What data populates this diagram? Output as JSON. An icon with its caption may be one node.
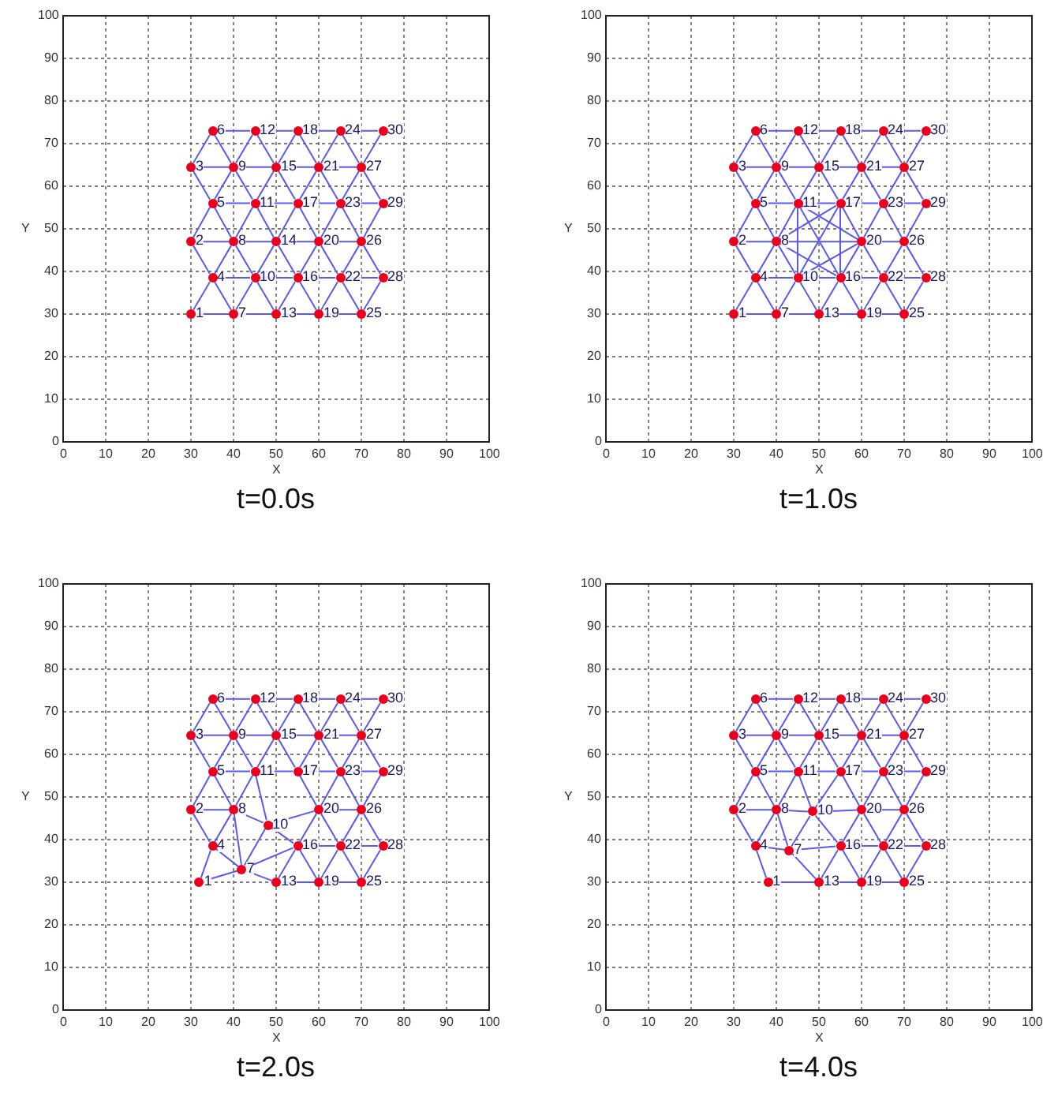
{
  "diagram": {
    "nodes": [
      {
        "text": [
          "1"
        ]
      },
      {
        "text": [
          "2"
        ]
      },
      {
        "text": [
          "3"
        ]
      },
      {
        "text": [
          "4"
        ]
      },
      {
        "text": [
          "5"
        ]
      },
      {
        "text": [
          "6"
        ]
      },
      {
        "text": [
          "7"
        ]
      },
      {
        "text": [
          "8"
        ]
      },
      {
        "text": [
          "9"
        ]
      },
      {
        "text": [
          "10"
        ]
      },
      {
        "text": [
          "11"
        ]
      },
      {
        "text": [
          "12"
        ]
      },
      {
        "text": [
          "13"
        ]
      },
      {
        "text": [
          "14"
        ]
      },
      {
        "text": [
          "15"
        ]
      },
      {
        "text": [
          "16"
        ]
      },
      {
        "text": [
          "17"
        ]
      },
      {
        "text": [
          "18"
        ]
      },
      {
        "text": [
          "19"
        ]
      },
      {
        "text": [
          "20"
        ]
      },
      {
        "text": [
          "21"
        ]
      },
      {
        "text": [
          "22"
        ]
      },
      {
        "text": [
          "23"
        ]
      },
      {
        "text": [
          "24"
        ]
      },
      {
        "text": [
          "25"
        ]
      },
      {
        "text": [
          "26"
        ]
      },
      {
        "text": [
          "27"
        ]
      },
      {
        "text": [
          "28"
        ]
      },
      {
        "text": [
          "29"
        ]
      },
      {
        "text": [
          "30"
        ]
      },
      {
        "text": [
          "1"
        ]
      },
      {
        "text": [
          "2"
        ]
      },
      {
        "text": [
          "3"
        ]
      },
      {
        "text": [
          "4"
        ]
      },
      {
        "text": [
          "5"
        ]
      },
      {
        "text": [
          "6"
        ]
      },
      {
        "text": [
          "7"
        ]
      },
      {
        "text": [
          "8"
        ]
      },
      {
        "text": [
          "9"
        ]
      },
      {
        "text": [
          "10"
        ]
      },
      {
        "text": [
          "11"
        ]
      },
      {
        "text": [
          "12"
        ]
      },
      {
        "text": [
          "13"
        ]
      },
      {
        "text": [
          "15"
        ]
      },
      {
        "text": [
          "16"
        ]
      },
      {
        "text": [
          "17"
        ]
      },
      {
        "text": [
          "18"
        ]
      },
      {
        "text": [
          "19"
        ]
      },
      {
        "text": [
          "20"
        ]
      },
      {
        "text": [
          "21"
        ]
      },
      {
        "text": [
          "22"
        ]
      },
      {
        "text": [
          "23"
        ]
      },
      {
        "text": [
          "24"
        ]
      },
      {
        "text": [
          "25"
        ]
      },
      {
        "text": [
          "26"
        ]
      },
      {
        "text": [
          "27"
        ]
      },
      {
        "text": [
          "28"
        ]
      },
      {
        "text": [
          "29"
        ]
      },
      {
        "text": [
          "30"
        ]
      },
      {
        "text": [
          "1"
        ]
      },
      {
        "text": [
          "2"
        ]
      },
      {
        "text": [
          "3"
        ]
      },
      {
        "text": [
          "4"
        ]
      },
      {
        "text": [
          "5"
        ]
      },
      {
        "text": [
          "6"
        ]
      },
      {
        "text": [
          "7"
        ]
      },
      {
        "text": [
          "8"
        ]
      },
      {
        "text": [
          "9"
        ]
      },
      {
        "text": [
          "10"
        ]
      },
      {
        "text": [
          "11"
        ]
      },
      {
        "text": [
          "12"
        ]
      },
      {
        "text": [
          "13"
        ]
      },
      {
        "text": [
          "15"
        ]
      },
      {
        "text": [
          "16"
        ]
      },
      {
        "text": [
          "17"
        ]
      },
      {
        "text": [
          "18"
        ]
      },
      {
        "text": [
          "19"
        ]
      },
      {
        "text": [
          "20"
        ]
      },
      {
        "text": [
          "21"
        ]
      },
      {
        "text": [
          "22"
        ]
      },
      {
        "text": [
          "23"
        ]
      },
      {
        "text": [
          "24"
        ]
      },
      {
        "text": [
          "25"
        ]
      },
      {
        "text": [
          "26"
        ]
      },
      {
        "text": [
          "27"
        ]
      },
      {
        "text": [
          "28"
        ]
      },
      {
        "text": [
          "29"
        ]
      },
      {
        "text": [
          "30"
        ]
      },
      {
        "text": [
          "1"
        ]
      },
      {
        "text": [
          "2"
        ]
      },
      {
        "text": [
          "3"
        ]
      },
      {
        "text": [
          "4"
        ]
      },
      {
        "text": [
          "5"
        ]
      },
      {
        "text": [
          "6"
        ]
      },
      {
        "text": [
          "7"
        ]
      },
      {
        "text": [
          "8"
        ]
      },
      {
        "text": [
          "9"
        ]
      },
      {
        "text": [
          "10"
        ]
      },
      {
        "text": [
          "11"
        ]
      },
      {
        "text": [
          "12"
        ]
      },
      {
        "text": [
          "13"
        ]
      },
      {
        "text": [
          "15"
        ]
      },
      {
        "text": [
          "16"
        ]
      },
      {
        "text": [
          "17"
        ]
      },
      {
        "text": [
          "18"
        ]
      },
      {
        "text": [
          "19"
        ]
      },
      {
        "text": [
          "20"
        ]
      },
      {
        "text": [
          "21"
        ]
      },
      {
        "text": [
          "22"
        ]
      },
      {
        "text": [
          "23"
        ]
      },
      {
        "text": [
          "24"
        ]
      },
      {
        "text": [
          "25"
        ]
      },
      {
        "text": [
          "26"
        ]
      },
      {
        "text": [
          "27"
        ]
      },
      {
        "text": [
          "28"
        ]
      },
      {
        "text": [
          "29"
        ]
      },
      {
        "text": [
          "30"
        ]
      }
    ],
    "edges": [
      {
        "from": 0,
        "to": 6,
        "arrow": "none"
      },
      {
        "from": 6,
        "to": 12,
        "arrow": "none"
      },
      {
        "from": 12,
        "to": 18,
        "arrow": "none"
      },
      {
        "from": 18,
        "to": 24,
        "arrow": "none"
      },
      {
        "from": 3,
        "to": 9,
        "arrow": "none"
      },
      {
        "from": 9,
        "to": 15,
        "arrow": "none"
      },
      {
        "from": 15,
        "to": 21,
        "arrow": "none"
      },
      {
        "from": 21,
        "to": 27,
        "arrow": "none"
      },
      {
        "from": 1,
        "to": 7,
        "arrow": "none"
      },
      {
        "from": 7,
        "to": 13,
        "arrow": "none"
      },
      {
        "from": 13,
        "to": 19,
        "arrow": "none"
      },
      {
        "from": 19,
        "to": 25,
        "arrow": "none"
      },
      {
        "from": 4,
        "to": 10,
        "arrow": "none"
      },
      {
        "from": 10,
        "to": 16,
        "arrow": "none"
      },
      {
        "from": 16,
        "to": 22,
        "arrow": "none"
      },
      {
        "from": 22,
        "to": 28,
        "arrow": "none"
      },
      {
        "from": 2,
        "to": 8,
        "arrow": "none"
      },
      {
        "from": 8,
        "to": 14,
        "arrow": "none"
      },
      {
        "from": 14,
        "to": 20,
        "arrow": "none"
      },
      {
        "from": 20,
        "to": 26,
        "arrow": "none"
      },
      {
        "from": 5,
        "to": 11,
        "arrow": "none"
      },
      {
        "from": 11,
        "to": 17,
        "arrow": "none"
      },
      {
        "from": 17,
        "to": 23,
        "arrow": "none"
      },
      {
        "from": 23,
        "to": 29,
        "arrow": "none"
      },
      {
        "from": 0,
        "to": 3,
        "arrow": "none"
      },
      {
        "from": 6,
        "to": 3,
        "arrow": "none"
      },
      {
        "from": 6,
        "to": 9,
        "arrow": "none"
      },
      {
        "from": 12,
        "to": 9,
        "arrow": "none"
      },
      {
        "from": 12,
        "to": 15,
        "arrow": "none"
      },
      {
        "from": 18,
        "to": 15,
        "arrow": "none"
      },
      {
        "from": 18,
        "to": 21,
        "arrow": "none"
      },
      {
        "from": 24,
        "to": 21,
        "arrow": "none"
      },
      {
        "from": 24,
        "to": 27,
        "arrow": "none"
      },
      {
        "from": 3,
        "to": 1,
        "arrow": "none"
      },
      {
        "from": 3,
        "to": 7,
        "arrow": "none"
      },
      {
        "from": 9,
        "to": 7,
        "arrow": "none"
      },
      {
        "from": 9,
        "to": 13,
        "arrow": "none"
      },
      {
        "from": 15,
        "to": 13,
        "arrow": "none"
      },
      {
        "from": 15,
        "to": 19,
        "arrow": "none"
      },
      {
        "from": 21,
        "to": 19,
        "arrow": "none"
      },
      {
        "from": 21,
        "to": 25,
        "arrow": "none"
      },
      {
        "from": 27,
        "to": 25,
        "arrow": "none"
      },
      {
        "from": 1,
        "to": 4,
        "arrow": "none"
      },
      {
        "from": 7,
        "to": 4,
        "arrow": "none"
      },
      {
        "from": 7,
        "to": 10,
        "arrow": "none"
      },
      {
        "from": 13,
        "to": 10,
        "arrow": "none"
      },
      {
        "from": 13,
        "to": 16,
        "arrow": "none"
      },
      {
        "from": 19,
        "to": 16,
        "arrow": "none"
      },
      {
        "from": 19,
        "to": 22,
        "arrow": "none"
      },
      {
        "from": 25,
        "to": 22,
        "arrow": "none"
      },
      {
        "from": 25,
        "to": 28,
        "arrow": "none"
      },
      {
        "from": 4,
        "to": 2,
        "arrow": "none"
      },
      {
        "from": 4,
        "to": 8,
        "arrow": "none"
      },
      {
        "from": 10,
        "to": 8,
        "arrow": "none"
      },
      {
        "from": 10,
        "to": 14,
        "arrow": "none"
      },
      {
        "from": 16,
        "to": 14,
        "arrow": "none"
      },
      {
        "from": 16,
        "to": 20,
        "arrow": "none"
      },
      {
        "from": 22,
        "to": 20,
        "arrow": "none"
      },
      {
        "from": 22,
        "to": 26,
        "arrow": "none"
      },
      {
        "from": 28,
        "to": 26,
        "arrow": "none"
      },
      {
        "from": 2,
        "to": 5,
        "arrow": "none"
      },
      {
        "from": 8,
        "to": 5,
        "arrow": "none"
      },
      {
        "from": 8,
        "to": 11,
        "arrow": "none"
      },
      {
        "from": 14,
        "to": 11,
        "arrow": "none"
      },
      {
        "from": 14,
        "to": 17,
        "arrow": "none"
      },
      {
        "from": 20,
        "to": 17,
        "arrow": "none"
      },
      {
        "from": 20,
        "to": 23,
        "arrow": "none"
      },
      {
        "from": 26,
        "to": 23,
        "arrow": "none"
      },
      {
        "from": 26,
        "to": 29,
        "arrow": "none"
      },
      {
        "from": 30,
        "to": 36,
        "arrow": "none"
      },
      {
        "from": 36,
        "to": 42,
        "arrow": "none"
      },
      {
        "from": 42,
        "to": 47,
        "arrow": "none"
      },
      {
        "from": 47,
        "to": 53,
        "arrow": "none"
      },
      {
        "from": 33,
        "to": 39,
        "arrow": "none"
      },
      {
        "from": 39,
        "to": 44,
        "arrow": "none"
      },
      {
        "from": 44,
        "to": 50,
        "arrow": "none"
      },
      {
        "from": 50,
        "to": 56,
        "arrow": "none"
      },
      {
        "from": 31,
        "to": 37,
        "arrow": "none"
      },
      {
        "from": 48,
        "to": 54,
        "arrow": "none"
      },
      {
        "from": 34,
        "to": 40,
        "arrow": "none"
      },
      {
        "from": 40,
        "to": 45,
        "arrow": "none"
      },
      {
        "from": 45,
        "to": 51,
        "arrow": "none"
      },
      {
        "from": 51,
        "to": 57,
        "arrow": "none"
      },
      {
        "from": 32,
        "to": 38,
        "arrow": "none"
      },
      {
        "from": 38,
        "to": 43,
        "arrow": "none"
      },
      {
        "from": 43,
        "to": 49,
        "arrow": "none"
      },
      {
        "from": 49,
        "to": 55,
        "arrow": "none"
      },
      {
        "from": 35,
        "to": 41,
        "arrow": "none"
      },
      {
        "from": 41,
        "to": 46,
        "arrow": "none"
      },
      {
        "from": 46,
        "to": 52,
        "arrow": "none"
      },
      {
        "from": 52,
        "to": 58,
        "arrow": "none"
      },
      {
        "from": 30,
        "to": 33,
        "arrow": "none"
      },
      {
        "from": 36,
        "to": 33,
        "arrow": "none"
      },
      {
        "from": 36,
        "to": 39,
        "arrow": "none"
      },
      {
        "from": 42,
        "to": 39,
        "arrow": "none"
      },
      {
        "from": 42,
        "to": 44,
        "arrow": "none"
      },
      {
        "from": 47,
        "to": 44,
        "arrow": "none"
      },
      {
        "from": 47,
        "to": 50,
        "arrow": "none"
      },
      {
        "from": 53,
        "to": 50,
        "arrow": "none"
      },
      {
        "from": 53,
        "to": 56,
        "arrow": "none"
      },
      {
        "from": 33,
        "to": 31,
        "arrow": "none"
      },
      {
        "from": 33,
        "to": 37,
        "arrow": "none"
      },
      {
        "from": 39,
        "to": 37,
        "arrow": "none"
      },
      {
        "from": 44,
        "to": 48,
        "arrow": "none"
      },
      {
        "from": 50,
        "to": 48,
        "arrow": "none"
      },
      {
        "from": 50,
        "to": 54,
        "arrow": "none"
      },
      {
        "from": 56,
        "to": 54,
        "arrow": "none"
      },
      {
        "from": 31,
        "to": 34,
        "arrow": "none"
      },
      {
        "from": 37,
        "to": 34,
        "arrow": "none"
      },
      {
        "from": 37,
        "to": 40,
        "arrow": "none"
      },
      {
        "from": 48,
        "to": 45,
        "arrow": "none"
      },
      {
        "from": 48,
        "to": 51,
        "arrow": "none"
      },
      {
        "from": 54,
        "to": 51,
        "arrow": "none"
      },
      {
        "from": 54,
        "to": 57,
        "arrow": "none"
      },
      {
        "from": 34,
        "to": 32,
        "arrow": "none"
      },
      {
        "from": 34,
        "to": 38,
        "arrow": "none"
      },
      {
        "from": 40,
        "to": 38,
        "arrow": "none"
      },
      {
        "from": 40,
        "to": 43,
        "arrow": "none"
      },
      {
        "from": 45,
        "to": 43,
        "arrow": "none"
      },
      {
        "from": 45,
        "to": 49,
        "arrow": "none"
      },
      {
        "from": 51,
        "to": 49,
        "arrow": "none"
      },
      {
        "from": 51,
        "to": 55,
        "arrow": "none"
      },
      {
        "from": 57,
        "to": 55,
        "arrow": "none"
      },
      {
        "from": 32,
        "to": 35,
        "arrow": "none"
      },
      {
        "from": 38,
        "to": 35,
        "arrow": "none"
      },
      {
        "from": 38,
        "to": 41,
        "arrow": "none"
      },
      {
        "from": 43,
        "to": 41,
        "arrow": "none"
      },
      {
        "from": 43,
        "to": 46,
        "arrow": "none"
      },
      {
        "from": 49,
        "to": 46,
        "arrow": "none"
      },
      {
        "from": 49,
        "to": 52,
        "arrow": "none"
      },
      {
        "from": 55,
        "to": 52,
        "arrow": "none"
      },
      {
        "from": 55,
        "to": 58,
        "arrow": "none"
      },
      {
        "from": 37,
        "to": 48,
        "arrow": "none"
      },
      {
        "from": 39,
        "to": 40,
        "arrow": "none"
      },
      {
        "from": 44,
        "to": 45,
        "arrow": "none"
      },
      {
        "from": 40,
        "to": 48,
        "arrow": "none"
      },
      {
        "from": 40,
        "to": 44,
        "arrow": "none"
      },
      {
        "from": 37,
        "to": 45,
        "arrow": "none"
      },
      {
        "from": 37,
        "to": 44,
        "arrow": "none"
      },
      {
        "from": 39,
        "to": 45,
        "arrow": "none"
      },
      {
        "from": 39,
        "to": 48,
        "arrow": "none"
      },
      {
        "from": 59,
        "to": 65,
        "arrow": "none"
      },
      {
        "from": 65,
        "to": 71,
        "arrow": "none"
      },
      {
        "from": 71,
        "to": 76,
        "arrow": "none"
      },
      {
        "from": 76,
        "to": 82,
        "arrow": "none"
      },
      {
        "from": 68,
        "to": 73,
        "arrow": "none"
      },
      {
        "from": 73,
        "to": 79,
        "arrow": "none"
      },
      {
        "from": 79,
        "to": 85,
        "arrow": "none"
      },
      {
        "from": 60,
        "to": 66,
        "arrow": "none"
      },
      {
        "from": 77,
        "to": 83,
        "arrow": "none"
      },
      {
        "from": 63,
        "to": 69,
        "arrow": "none"
      },
      {
        "from": 69,
        "to": 74,
        "arrow": "none"
      },
      {
        "from": 74,
        "to": 80,
        "arrow": "none"
      },
      {
        "from": 80,
        "to": 86,
        "arrow": "none"
      },
      {
        "from": 61,
        "to": 67,
        "arrow": "none"
      },
      {
        "from": 67,
        "to": 72,
        "arrow": "none"
      },
      {
        "from": 72,
        "to": 78,
        "arrow": "none"
      },
      {
        "from": 78,
        "to": 84,
        "arrow": "none"
      },
      {
        "from": 64,
        "to": 70,
        "arrow": "none"
      },
      {
        "from": 70,
        "to": 75,
        "arrow": "none"
      },
      {
        "from": 75,
        "to": 81,
        "arrow": "none"
      },
      {
        "from": 81,
        "to": 87,
        "arrow": "none"
      },
      {
        "from": 59,
        "to": 62,
        "arrow": "none"
      },
      {
        "from": 65,
        "to": 62,
        "arrow": "none"
      },
      {
        "from": 65,
        "to": 68,
        "arrow": "none"
      },
      {
        "from": 71,
        "to": 73,
        "arrow": "none"
      },
      {
        "from": 76,
        "to": 73,
        "arrow": "none"
      },
      {
        "from": 76,
        "to": 79,
        "arrow": "none"
      },
      {
        "from": 82,
        "to": 79,
        "arrow": "none"
      },
      {
        "from": 82,
        "to": 85,
        "arrow": "none"
      },
      {
        "from": 62,
        "to": 60,
        "arrow": "none"
      },
      {
        "from": 62,
        "to": 66,
        "arrow": "none"
      },
      {
        "from": 68,
        "to": 66,
        "arrow": "none"
      },
      {
        "from": 73,
        "to": 77,
        "arrow": "none"
      },
      {
        "from": 79,
        "to": 77,
        "arrow": "none"
      },
      {
        "from": 79,
        "to": 83,
        "arrow": "none"
      },
      {
        "from": 85,
        "to": 83,
        "arrow": "none"
      },
      {
        "from": 60,
        "to": 63,
        "arrow": "none"
      },
      {
        "from": 66,
        "to": 63,
        "arrow": "none"
      },
      {
        "from": 66,
        "to": 69,
        "arrow": "none"
      },
      {
        "from": 77,
        "to": 74,
        "arrow": "none"
      },
      {
        "from": 77,
        "to": 80,
        "arrow": "none"
      },
      {
        "from": 83,
        "to": 80,
        "arrow": "none"
      },
      {
        "from": 83,
        "to": 86,
        "arrow": "none"
      },
      {
        "from": 63,
        "to": 61,
        "arrow": "none"
      },
      {
        "from": 63,
        "to": 67,
        "arrow": "none"
      },
      {
        "from": 69,
        "to": 67,
        "arrow": "none"
      },
      {
        "from": 69,
        "to": 72,
        "arrow": "none"
      },
      {
        "from": 74,
        "to": 72,
        "arrow": "none"
      },
      {
        "from": 74,
        "to": 78,
        "arrow": "none"
      },
      {
        "from": 80,
        "to": 78,
        "arrow": "none"
      },
      {
        "from": 80,
        "to": 84,
        "arrow": "none"
      },
      {
        "from": 86,
        "to": 84,
        "arrow": "none"
      },
      {
        "from": 61,
        "to": 64,
        "arrow": "none"
      },
      {
        "from": 67,
        "to": 64,
        "arrow": "none"
      },
      {
        "from": 67,
        "to": 70,
        "arrow": "none"
      },
      {
        "from": 72,
        "to": 70,
        "arrow": "none"
      },
      {
        "from": 72,
        "to": 75,
        "arrow": "none"
      },
      {
        "from": 78,
        "to": 75,
        "arrow": "none"
      },
      {
        "from": 78,
        "to": 81,
        "arrow": "none"
      },
      {
        "from": 84,
        "to": 81,
        "arrow": "none"
      },
      {
        "from": 84,
        "to": 87,
        "arrow": "none"
      },
      {
        "from": 65,
        "to": 66,
        "arrow": "none"
      },
      {
        "from": 65,
        "to": 73,
        "arrow": "none"
      },
      {
        "from": 68,
        "to": 69,
        "arrow": "none"
      },
      {
        "from": 68,
        "to": 77,
        "arrow": "none"
      },
      {
        "from": 94,
        "to": 100,
        "arrow": "none"
      },
      {
        "from": 100,
        "to": 105,
        "arrow": "none"
      },
      {
        "from": 105,
        "to": 111,
        "arrow": "none"
      },
      {
        "from": 97,
        "to": 102,
        "arrow": "none"
      },
      {
        "from": 102,
        "to": 108,
        "arrow": "none"
      },
      {
        "from": 108,
        "to": 114,
        "arrow": "none"
      },
      {
        "from": 89,
        "to": 95,
        "arrow": "none"
      },
      {
        "from": 106,
        "to": 112,
        "arrow": "none"
      },
      {
        "from": 92,
        "to": 98,
        "arrow": "none"
      },
      {
        "from": 98,
        "to": 103,
        "arrow": "none"
      },
      {
        "from": 103,
        "to": 109,
        "arrow": "none"
      },
      {
        "from": 109,
        "to": 115,
        "arrow": "none"
      },
      {
        "from": 90,
        "to": 96,
        "arrow": "none"
      },
      {
        "from": 96,
        "to": 101,
        "arrow": "none"
      },
      {
        "from": 101,
        "to": 107,
        "arrow": "none"
      },
      {
        "from": 107,
        "to": 113,
        "arrow": "none"
      },
      {
        "from": 93,
        "to": 99,
        "arrow": "none"
      },
      {
        "from": 99,
        "to": 104,
        "arrow": "none"
      },
      {
        "from": 104,
        "to": 110,
        "arrow": "none"
      },
      {
        "from": 110,
        "to": 116,
        "arrow": "none"
      },
      {
        "from": 88,
        "to": 91,
        "arrow": "none"
      },
      {
        "from": 94,
        "to": 91,
        "arrow": "none"
      },
      {
        "from": 94,
        "to": 97,
        "arrow": "none"
      },
      {
        "from": 100,
        "to": 102,
        "arrow": "none"
      },
      {
        "from": 105,
        "to": 102,
        "arrow": "none"
      },
      {
        "from": 105,
        "to": 108,
        "arrow": "none"
      },
      {
        "from": 111,
        "to": 108,
        "arrow": "none"
      },
      {
        "from": 111,
        "to": 114,
        "arrow": "none"
      },
      {
        "from": 91,
        "to": 89,
        "arrow": "none"
      },
      {
        "from": 91,
        "to": 95,
        "arrow": "none"
      },
      {
        "from": 97,
        "to": 95,
        "arrow": "none"
      },
      {
        "from": 102,
        "to": 106,
        "arrow": "none"
      },
      {
        "from": 108,
        "to": 106,
        "arrow": "none"
      },
      {
        "from": 108,
        "to": 112,
        "arrow": "none"
      },
      {
        "from": 114,
        "to": 112,
        "arrow": "none"
      },
      {
        "from": 89,
        "to": 92,
        "arrow": "none"
      },
      {
        "from": 95,
        "to": 92,
        "arrow": "none"
      },
      {
        "from": 95,
        "to": 98,
        "arrow": "none"
      },
      {
        "from": 106,
        "to": 103,
        "arrow": "none"
      },
      {
        "from": 106,
        "to": 109,
        "arrow": "none"
      },
      {
        "from": 112,
        "to": 109,
        "arrow": "none"
      },
      {
        "from": 112,
        "to": 115,
        "arrow": "none"
      },
      {
        "from": 92,
        "to": 90,
        "arrow": "none"
      },
      {
        "from": 92,
        "to": 96,
        "arrow": "none"
      },
      {
        "from": 98,
        "to": 96,
        "arrow": "none"
      },
      {
        "from": 98,
        "to": 101,
        "arrow": "none"
      },
      {
        "from": 103,
        "to": 101,
        "arrow": "none"
      },
      {
        "from": 103,
        "to": 107,
        "arrow": "none"
      },
      {
        "from": 109,
        "to": 107,
        "arrow": "none"
      },
      {
        "from": 109,
        "to": 113,
        "arrow": "none"
      },
      {
        "from": 115,
        "to": 113,
        "arrow": "none"
      },
      {
        "from": 90,
        "to": 93,
        "arrow": "none"
      },
      {
        "from": 96,
        "to": 93,
        "arrow": "none"
      },
      {
        "from": 96,
        "to": 99,
        "arrow": "none"
      },
      {
        "from": 101,
        "to": 99,
        "arrow": "none"
      },
      {
        "from": 101,
        "to": 104,
        "arrow": "none"
      },
      {
        "from": 107,
        "to": 104,
        "arrow": "none"
      },
      {
        "from": 107,
        "to": 110,
        "arrow": "none"
      },
      {
        "from": 113,
        "to": 110,
        "arrow": "none"
      },
      {
        "from": 113,
        "to": 116,
        "arrow": "none"
      },
      {
        "from": 88,
        "to": 100,
        "arrow": "none"
      },
      {
        "from": 94,
        "to": 102,
        "arrow": "none"
      },
      {
        "from": 97,
        "to": 106,
        "arrow": "none"
      },
      {
        "from": 94,
        "to": 95,
        "arrow": "none"
      },
      {
        "from": 97,
        "to": 98,
        "arrow": "none"
      },
      {
        "from": 97,
        "to": 103,
        "arrow": "none"
      }
    ],
    "labels": [
      "Y",
      "100",
      "90",
      "80",
      "70",
      "60",
      "50",
      "40",
      "30",
      "20",
      "10",
      "0",
      "0",
      "10",
      "20",
      "30",
      "40",
      "50",
      "60",
      "70",
      "80",
      "90",
      "100",
      "X",
      "t=0.0s",
      "Y",
      "100",
      "90",
      "80",
      "70",
      "60",
      "50",
      "40",
      "30",
      "20",
      "10",
      "0",
      "0",
      "10",
      "20",
      "30",
      "40",
      "50",
      "60",
      "70",
      "80",
      "90",
      "100",
      "X",
      "t=1.0s",
      "Y",
      "100",
      "90",
      "80",
      "70",
      "60",
      "50",
      "40",
      "30",
      "20",
      "10",
      "0",
      "0",
      "10",
      "20",
      "30",
      "40",
      "50",
      "60",
      "70",
      "80",
      "90",
      "100",
      "X",
      "t=2.0s",
      "Y",
      "100",
      "90",
      "80",
      "70",
      "60",
      "50",
      "40",
      "30",
      "20",
      "10",
      "0",
      "0",
      "10",
      "20",
      "30",
      "40",
      "50",
      "60",
      "70",
      "80",
      "90",
      "100",
      "X",
      "t=4.0s"
    ]
  }
}
